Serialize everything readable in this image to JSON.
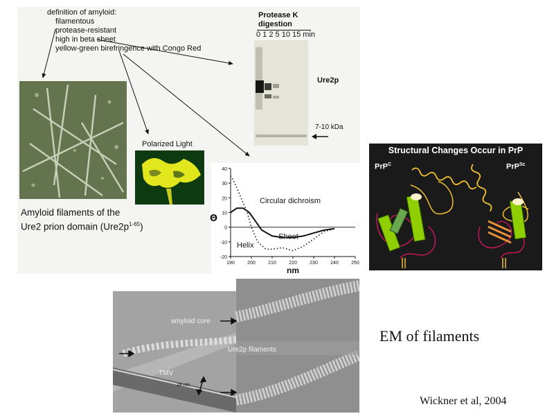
{
  "amyloid_definition": {
    "heading": "definition of amyloid:",
    "items": [
      "filamentous",
      "protease-resistant",
      "high in beta sheet",
      "yellow-green birefringence with Congo Red"
    ]
  },
  "micrograph": {
    "caption_line1": "Amyloid filaments of the",
    "caption_line2": "Ure2 prion domain (Ure2p",
    "caption_superscript": "1-65",
    "caption_end": ")"
  },
  "polarized_light": {
    "label": "Polarized Light"
  },
  "protease_gel": {
    "title_line1": "Protease K",
    "title_line2": "digestion",
    "lanes": "0  1  2  5  10 15  min",
    "protein_label": "Ure2p",
    "size_label": "7-10 kDa"
  },
  "chart_data": {
    "type": "line",
    "title": "Circular dichroism",
    "xlabel": "nm",
    "ylabel": "Θ",
    "xlim": [
      190,
      250
    ],
    "ylim": [
      -20,
      40
    ],
    "x_ticks": [
      190,
      200,
      210,
      220,
      230,
      240,
      250
    ],
    "y_ticks": [
      40,
      30,
      20,
      10,
      0,
      -10,
      -20
    ],
    "grid": false,
    "series": [
      {
        "name": "Sheet",
        "style": "solid",
        "x": [
          190,
          193,
          196,
          199,
          202,
          205,
          210,
          215,
          220,
          225,
          230,
          235,
          240
        ],
        "y": [
          10,
          13,
          13,
          10,
          4,
          -2,
          -6,
          -7,
          -7,
          -6,
          -4,
          -2,
          -1
        ]
      },
      {
        "name": "Helix",
        "style": "dotted",
        "x": [
          190,
          192,
          195,
          198,
          200,
          203,
          207,
          210,
          215,
          220,
          225,
          230,
          235,
          240
        ],
        "y": [
          35,
          30,
          20,
          10,
          0,
          -10,
          -15,
          -15,
          -14,
          -16,
          -13,
          -8,
          -3,
          -1
        ]
      }
    ]
  },
  "prp_panel": {
    "title": "Structural Changes Occur in PrP",
    "left_label": "PrP",
    "left_superscript": "C",
    "right_label": "PrP",
    "right_superscript": "Sc"
  },
  "em_image": {
    "amyloid_core": "amyloid core",
    "filaments": "Ure2p filaments",
    "tmv": "TMV",
    "scale": "18 nm"
  },
  "em_caption": "EM of filaments",
  "citation": "Wickner et al, 2004"
}
